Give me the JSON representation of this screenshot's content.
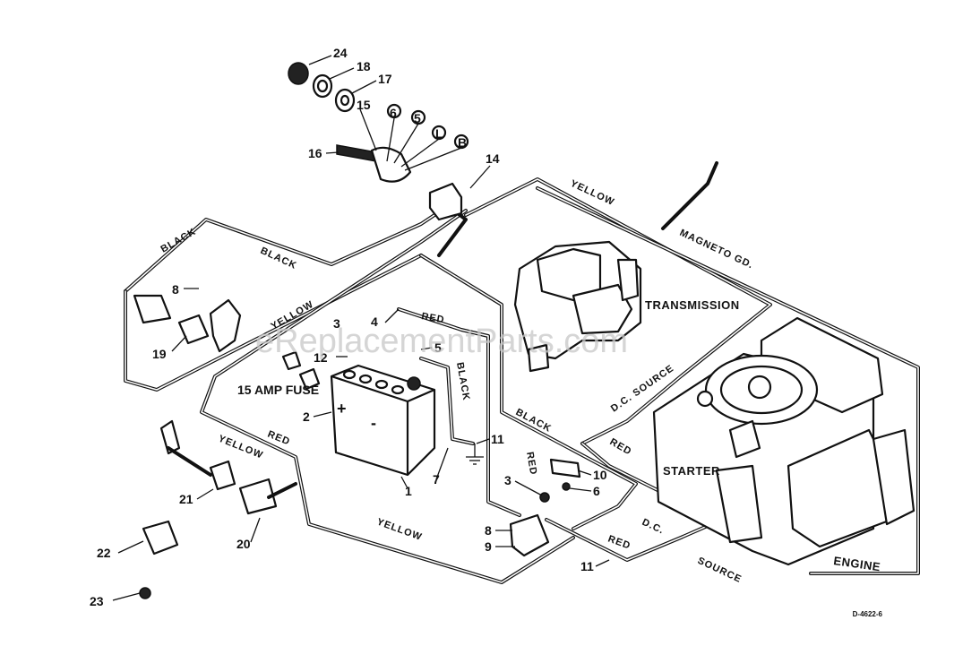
{
  "watermark": "eReplacementParts.com",
  "drawing_code": "D-4622-6",
  "components": {
    "transmission": "TRANSMISSION",
    "starter": "STARTER",
    "engine": "ENGINE",
    "fuse": "15 AMP FUSE"
  },
  "wire_labels": {
    "yellow_top": "YELLOW",
    "magneto_gd": "MAGNETO GD.",
    "black_left": "BLACK",
    "black_mid": "BLACK",
    "yellow_mid": "YELLOW",
    "red_top": "RED",
    "black_battery": "BLACK",
    "black_center": "BLACK",
    "dc_source_right": "D.C. SOURCE",
    "red_right": "RED",
    "yellow_left": "YELLOW",
    "red_left": "RED",
    "red_vertical": "RED",
    "yellow_bottom": "YELLOW",
    "red_bottom": "RED",
    "dc_source_bottom": "D.C.",
    "source_bottom": "SOURCE"
  },
  "callouts": [
    "24",
    "18",
    "17",
    "15",
    "6",
    "5",
    "L",
    "B",
    "16",
    "14",
    "8",
    "19",
    "3",
    "12",
    "4",
    "5",
    "2",
    "11",
    "7",
    "1",
    "10",
    "6",
    "3",
    "8",
    "9",
    "11",
    "21",
    "20",
    "22",
    "23"
  ]
}
